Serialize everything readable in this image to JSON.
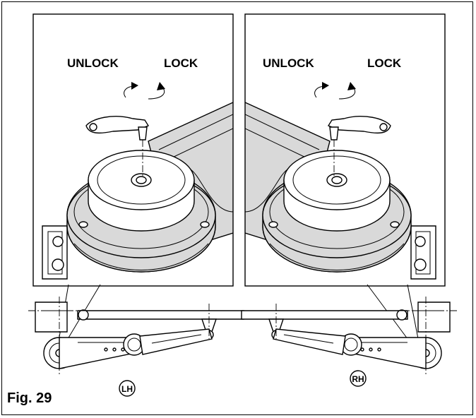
{
  "panels": {
    "left": {
      "unlock_label": "UNLOCK",
      "lock_label": "LOCK"
    },
    "right": {
      "unlock_label": "UNLOCK",
      "lock_label": "LOCK"
    }
  },
  "markers": {
    "left": "LH",
    "right": "RH"
  },
  "caption": "Fig. 29",
  "colors": {
    "line": "#000000",
    "shade": "#d9d9d9",
    "background": "#ffffff"
  }
}
